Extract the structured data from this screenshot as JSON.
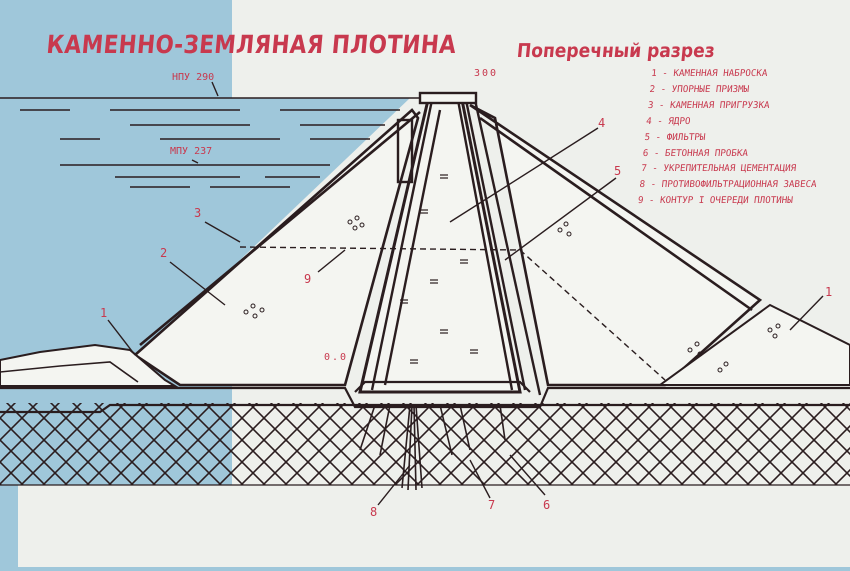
{
  "title": "КАМЕННО-ЗЕМЛЯНАЯ ПЛОТИНА",
  "subtitle": "Поперечный разрез",
  "legend": [
    "1 - КАМЕННАЯ НАБРОСКА",
    "2 - УПОРНЫЕ ПРИЗМЫ",
    "3 - КАМЕННАЯ ПРИГРУЗКА",
    "4 - ЯДРО",
    "5 - ФИЛЬТРЫ",
    "6 - БЕТОННАЯ ПРОБКА",
    "7 - УКРЕПИТЕЛЬНАЯ ЦЕМЕНТАЦИЯ",
    "8 - ПРОТИВОФИЛЬТРАЦИОННАЯ ЗАВЕСА",
    "9 - КОНТУР I ОЧЕРЕДИ ПЛОТИНЫ"
  ],
  "levels": {
    "npu": "НПУ 290",
    "mpu": "МПУ 237",
    "crest": "300",
    "base": "0.0"
  },
  "callouts": {
    "n1_left": "1",
    "n2": "2",
    "n3": "3",
    "n9": "9",
    "n4": "4",
    "n5": "5",
    "n1_right": "1",
    "n8": "8",
    "n7": "7",
    "n6": "6"
  },
  "colors": {
    "water": "#9fc7da",
    "paper": "#eef0ec",
    "ink": "#2a1d1f",
    "accent": "#c8394e"
  }
}
